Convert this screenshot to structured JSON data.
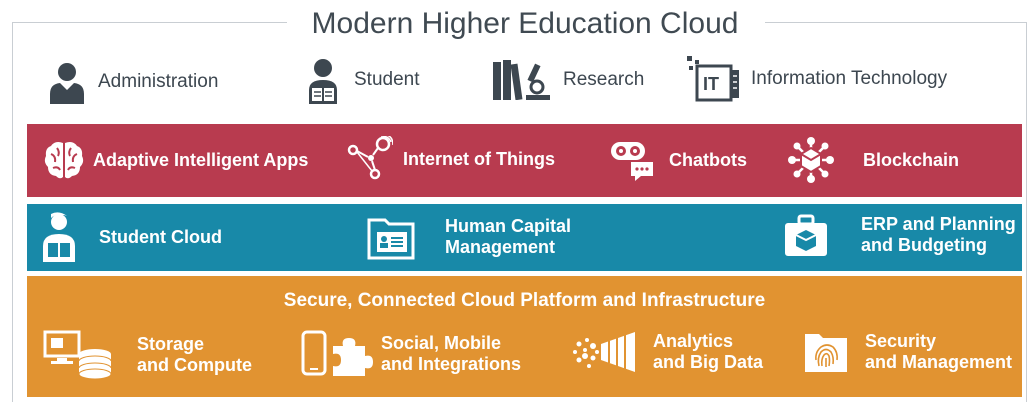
{
  "title": "Modern Higher Education Cloud",
  "roles": [
    {
      "label": "Administration",
      "icon": "administrator-icon"
    },
    {
      "label": "Student",
      "icon": "student-reading-icon"
    },
    {
      "label": "Research",
      "icon": "books-microscope-icon"
    },
    {
      "label": "Information Technology",
      "icon": "it-server-icon"
    }
  ],
  "innovation_band": {
    "color": "#b83b4f",
    "items": [
      {
        "label": "Adaptive Intelligent Apps",
        "icon": "brain-icon"
      },
      {
        "label": "Internet of Things",
        "icon": "iot-network-icon"
      },
      {
        "label": "Chatbots",
        "icon": "chatbot-icon"
      },
      {
        "label": "Blockchain",
        "icon": "blockchain-icon"
      }
    ]
  },
  "apps_band": {
    "color": "#1889a8",
    "items": [
      {
        "label": "Student Cloud",
        "icon": "student-icon"
      },
      {
        "line1": "Human Capital",
        "line2": "Management",
        "icon": "id-card-folder-icon"
      },
      {
        "line1": "ERP and Planning",
        "line2": "and Budgeting",
        "icon": "briefcase-icon"
      }
    ]
  },
  "platform_band": {
    "color": "#e19331",
    "title": "Secure, Connected Cloud Platform and Infrastructure",
    "items": [
      {
        "line1": "Storage",
        "line2": "and Compute",
        "icon": "storage-compute-icon"
      },
      {
        "line1": "Social, Mobile",
        "line2": "and Integrations",
        "icon": "mobile-puzzle-icon"
      },
      {
        "line1": "Analytics",
        "line2": "and Big Data",
        "icon": "analytics-icon"
      },
      {
        "line1": "Security",
        "line2": "and Management",
        "icon": "fingerprint-folder-icon"
      }
    ]
  }
}
